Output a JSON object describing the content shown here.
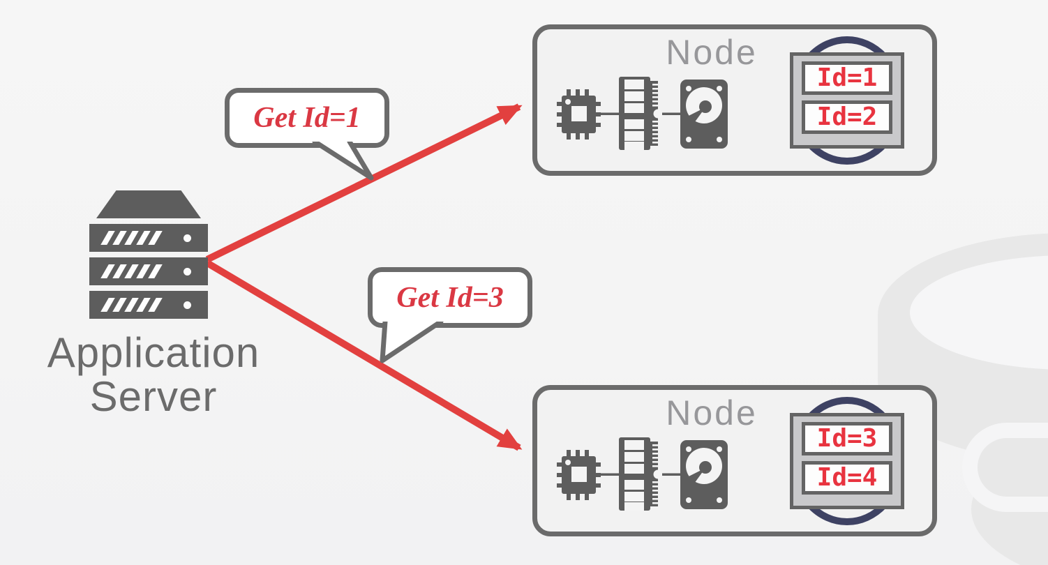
{
  "app_server": {
    "line1": "Application",
    "line2": "Server"
  },
  "requests": [
    {
      "label": "Get Id=1"
    },
    {
      "label": "Get Id=3"
    }
  ],
  "nodes": [
    {
      "label": "Node",
      "records": [
        "Id=1",
        "Id=2"
      ]
    },
    {
      "label": "Node",
      "records": [
        "Id=3",
        "Id=4"
      ]
    }
  ],
  "colors": {
    "arrow_red": "#e2403f",
    "request_text_red": "#da3843",
    "record_red": "#e8333f",
    "icon_gray": "#5d5d5d",
    "border_gray": "#6b6b6b",
    "node_fill": "#f2f2f2",
    "db_navy": "#3e4263",
    "label_gray": "#6b6b6b",
    "node_label_gray": "#97979a",
    "watermark_gray": "#e8e8e8"
  }
}
